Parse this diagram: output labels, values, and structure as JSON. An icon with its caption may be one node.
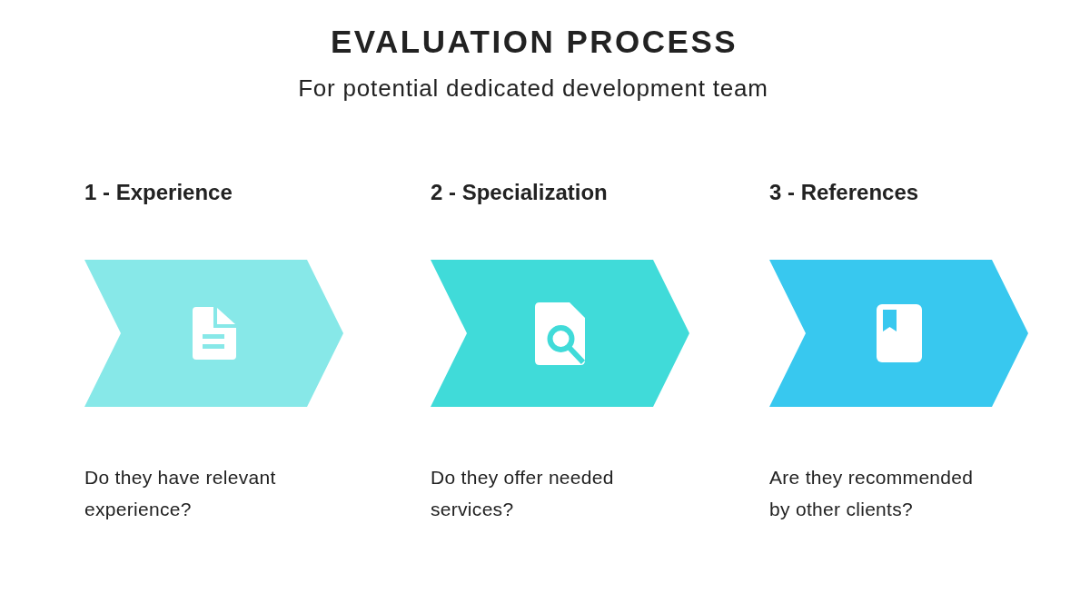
{
  "diagram": {
    "title": "EVALUATION PROCESS",
    "nodes": [
      {
        "text": [
          "1 - Experience"
        ],
        "beside": [
          "Do they have relevant experience?"
        ]
      },
      {
        "text": [
          "2 - Specialization"
        ],
        "beside": [
          "Do they offer needed services?"
        ]
      },
      {
        "text": [
          "3 - References"
        ],
        "beside": [
          "Are they recommended by other clients?"
        ]
      }
    ],
    "labels": [
      "For potential dedicated development team"
    ]
  }
}
